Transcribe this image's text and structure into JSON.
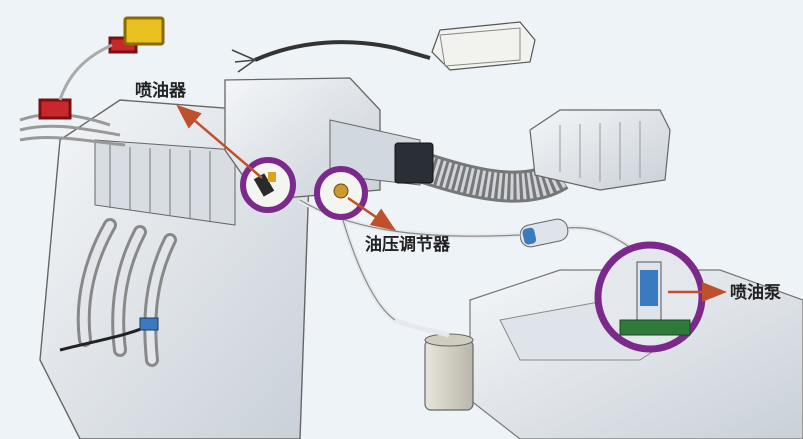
{
  "labels": {
    "injector": "喷油器",
    "pressure_regulator": "油压调节器",
    "fuel_pump": "喷油泵"
  },
  "colors": {
    "highlight_ring": "#7b2a8c",
    "arrow": "#c0502c",
    "line": "#333333"
  },
  "icons": {
    "component": "engine-fuel-system-illustration"
  }
}
